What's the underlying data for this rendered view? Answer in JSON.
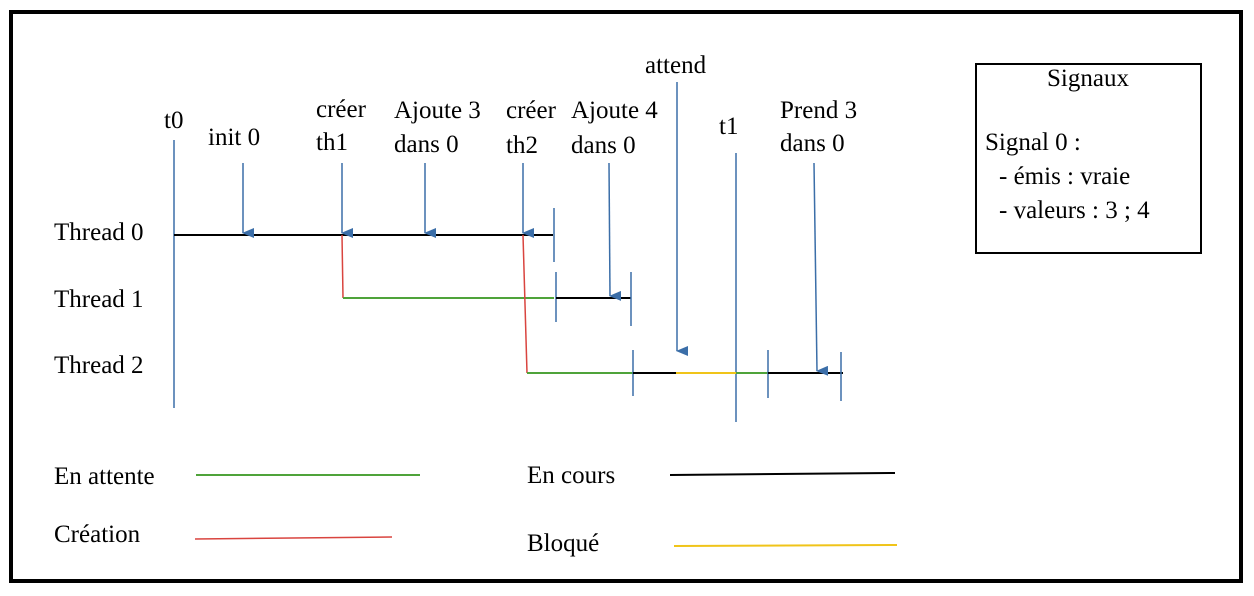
{
  "colors": {
    "frame": "#000000",
    "running": "#000000",
    "waiting": "#4fa33a",
    "creation": "#d9443f",
    "blocked": "#f0c419",
    "marker": "#3b6ea8"
  },
  "threads": [
    {
      "label": "Thread 0"
    },
    {
      "label": "Thread 1"
    },
    {
      "label": "Thread 2"
    }
  ],
  "events": {
    "t0": "t0",
    "init0": "init 0",
    "creer_th1": [
      "créer",
      "th1"
    ],
    "ajoute3": [
      "Ajoute 3",
      "dans 0"
    ],
    "creer_th2": [
      "créer",
      "th2"
    ],
    "ajoute4": [
      "Ajoute 4",
      "dans 0"
    ],
    "attend": "attend",
    "t1": "t1",
    "prend3": [
      "Prend 3",
      "dans 0"
    ]
  },
  "signals_box": {
    "title": "Signaux",
    "signal": "Signal 0 :",
    "emitted": "- émis : vraie",
    "values": "- valeurs : 3 ; 4"
  },
  "legend": {
    "waiting": "En attente",
    "creation": "Création",
    "running": "En cours",
    "blocked": "Bloqué"
  }
}
